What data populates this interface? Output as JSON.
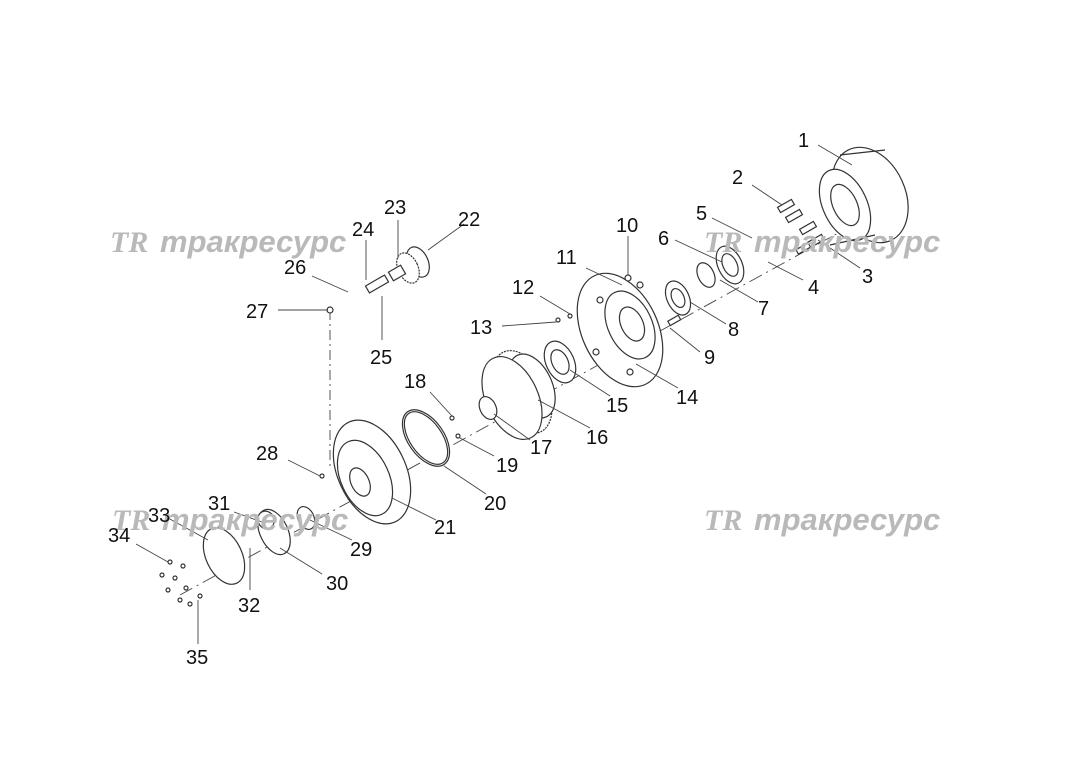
{
  "watermark": {
    "logo": "TR",
    "text": "тракресурс"
  },
  "callouts": [
    "1",
    "2",
    "3",
    "4",
    "5",
    "6",
    "7",
    "8",
    "9",
    "10",
    "11",
    "12",
    "13",
    "14",
    "15",
    "16",
    "17",
    "18",
    "19",
    "20",
    "21",
    "22",
    "23",
    "24",
    "25",
    "26",
    "27",
    "28",
    "29",
    "30",
    "31",
    "32",
    "33",
    "34",
    "35"
  ]
}
